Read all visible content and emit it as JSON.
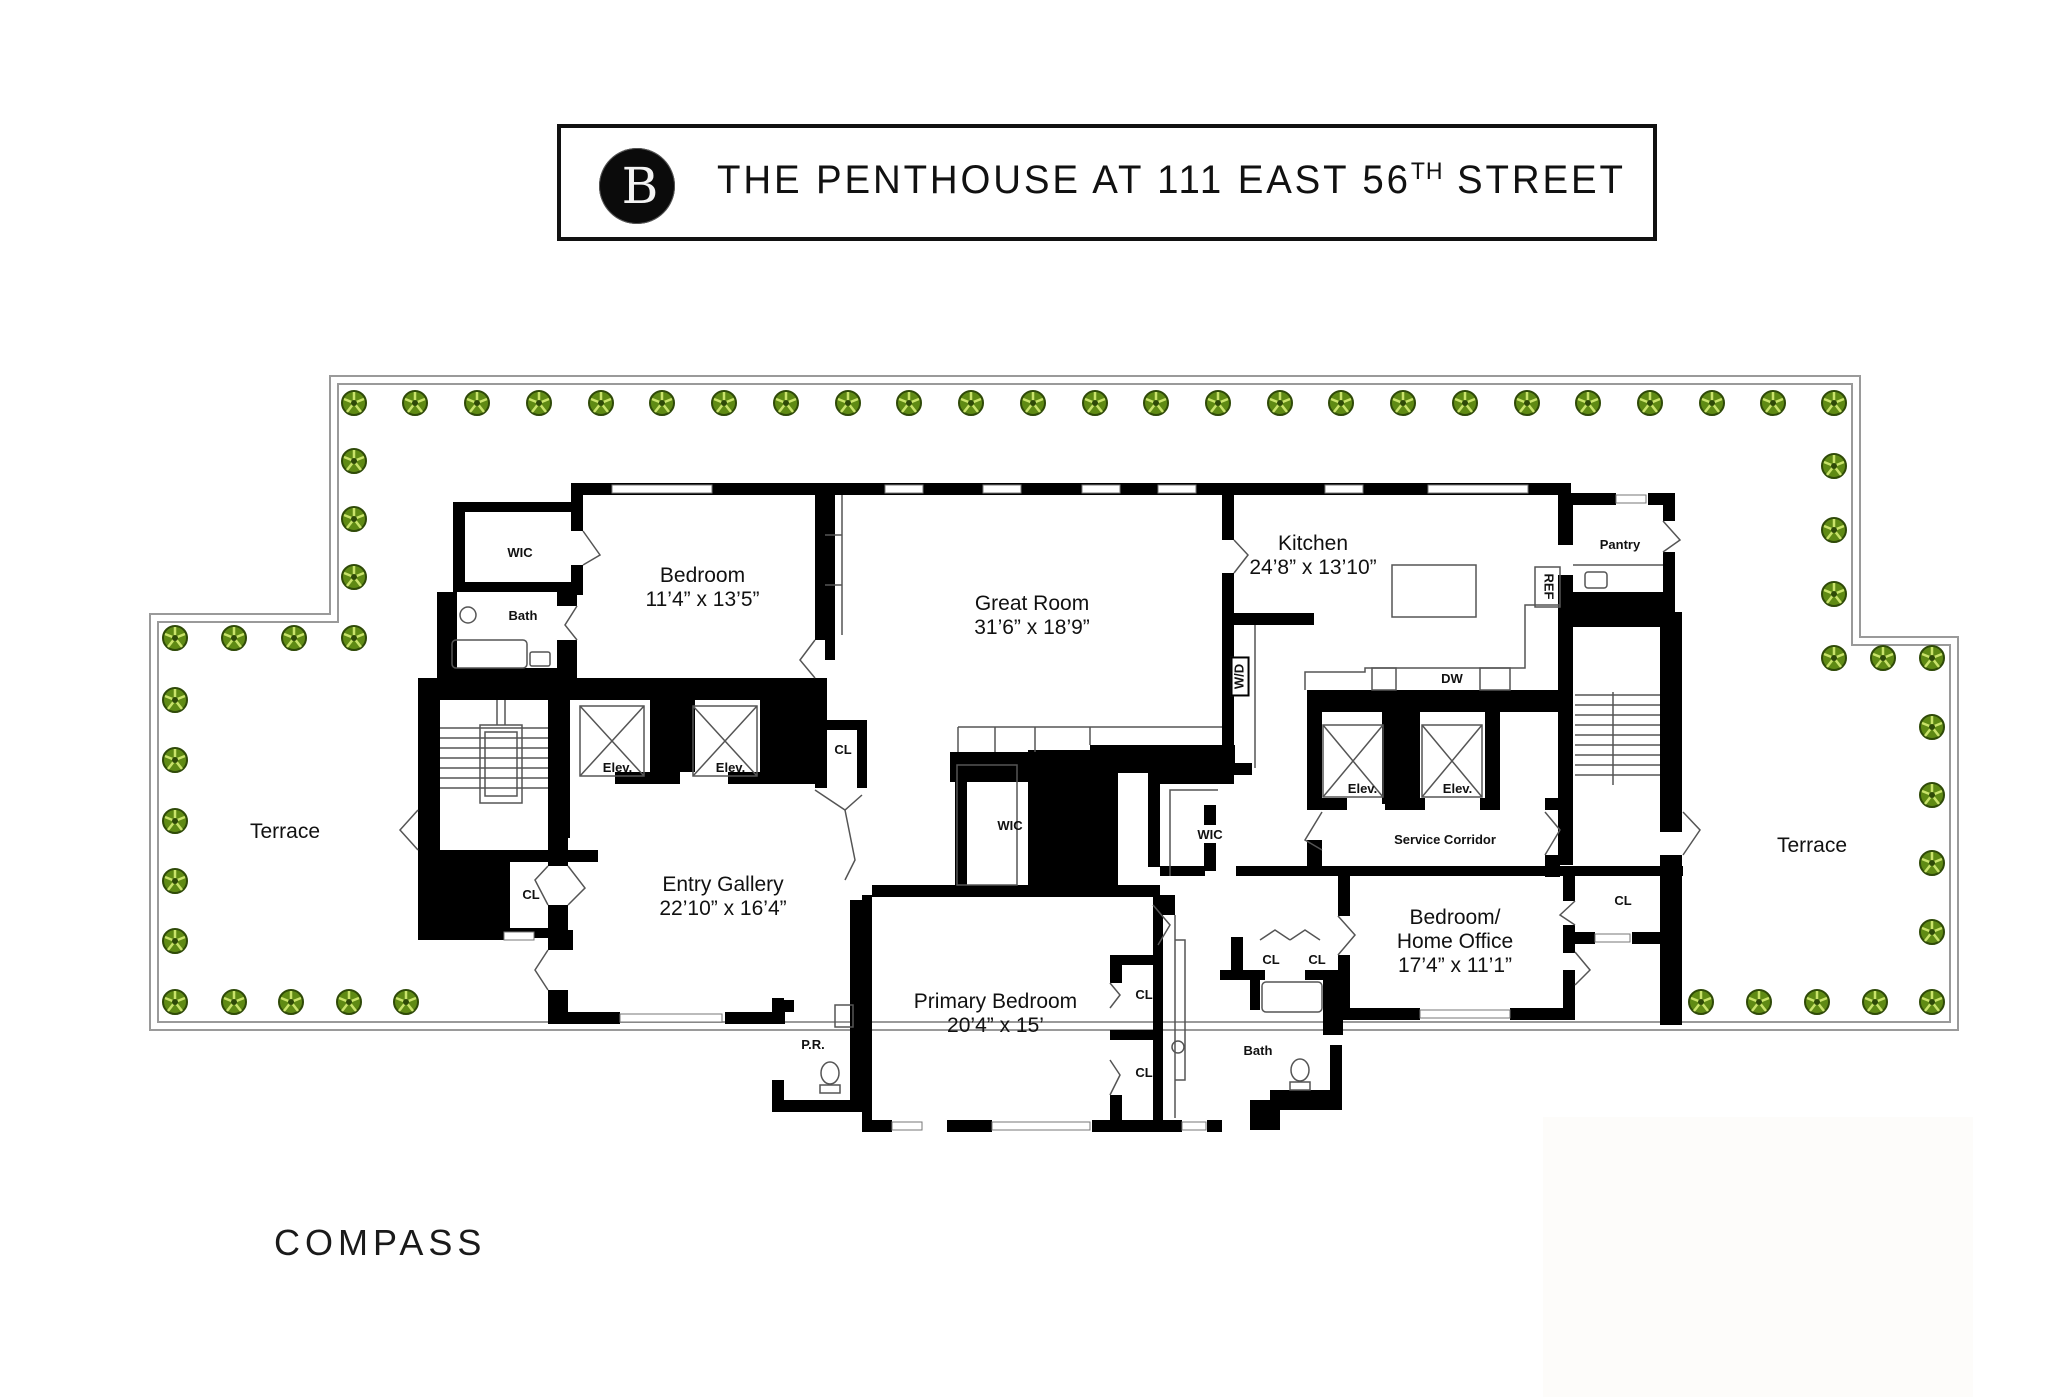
{
  "header": {
    "logo_letter": "B",
    "title_main": "THE PENTHOUSE AT 111 EAST 56",
    "title_sup": "TH",
    "title_end": " STREET"
  },
  "colors": {
    "wall": "#000000",
    "terrace_outline": "#9a9a9a",
    "plant_fill": "#6f9a1e",
    "plant_dark": "#2f4a08",
    "background": "#ffffff"
  },
  "rooms": {
    "great_room": {
      "name": "Great Room",
      "dims": "31’6” x 18’9”"
    },
    "kitchen": {
      "name": "Kitchen",
      "dims": "24’8” x 13’10”"
    },
    "bedroom": {
      "name": "Bedroom",
      "dims": "11’4” x 13’5”"
    },
    "entry_gallery": {
      "name": "Entry Gallery",
      "dims": "22’10” x 16’4”"
    },
    "primary_bedroom": {
      "name": "Primary Bedroom",
      "dims": "20’4” x 15’"
    },
    "bedroom_office": {
      "name_line1": "Bedroom/",
      "name_line2": "Home Office",
      "dims": "17’4” x 11’1”"
    },
    "terrace_left": {
      "name": "Terrace"
    },
    "terrace_right": {
      "name": "Terrace"
    }
  },
  "small_labels": {
    "wic_bedroom": "WIC",
    "bath_bedroom": "Bath",
    "elev_1": "Elev.",
    "elev_2": "Elev.",
    "elev_3": "Elev.",
    "elev_4": "Elev.",
    "cl_great": "CL",
    "cl_entry": "CL",
    "cl_right": "CL",
    "cl_primary_1": "CL",
    "cl_primary_2": "CL",
    "cl_bath_1": "CL",
    "cl_bath_2": "CL",
    "wic_primary": "WIC",
    "wic_center": "WIC",
    "bath_primary": "Bath",
    "powder_room": "P.R.",
    "pantry": "Pantry",
    "ref": "REF",
    "dw": "DW",
    "wd": "W/D",
    "service_corridor": "Service Corridor"
  },
  "footer": {
    "brand": "COMPASS"
  }
}
